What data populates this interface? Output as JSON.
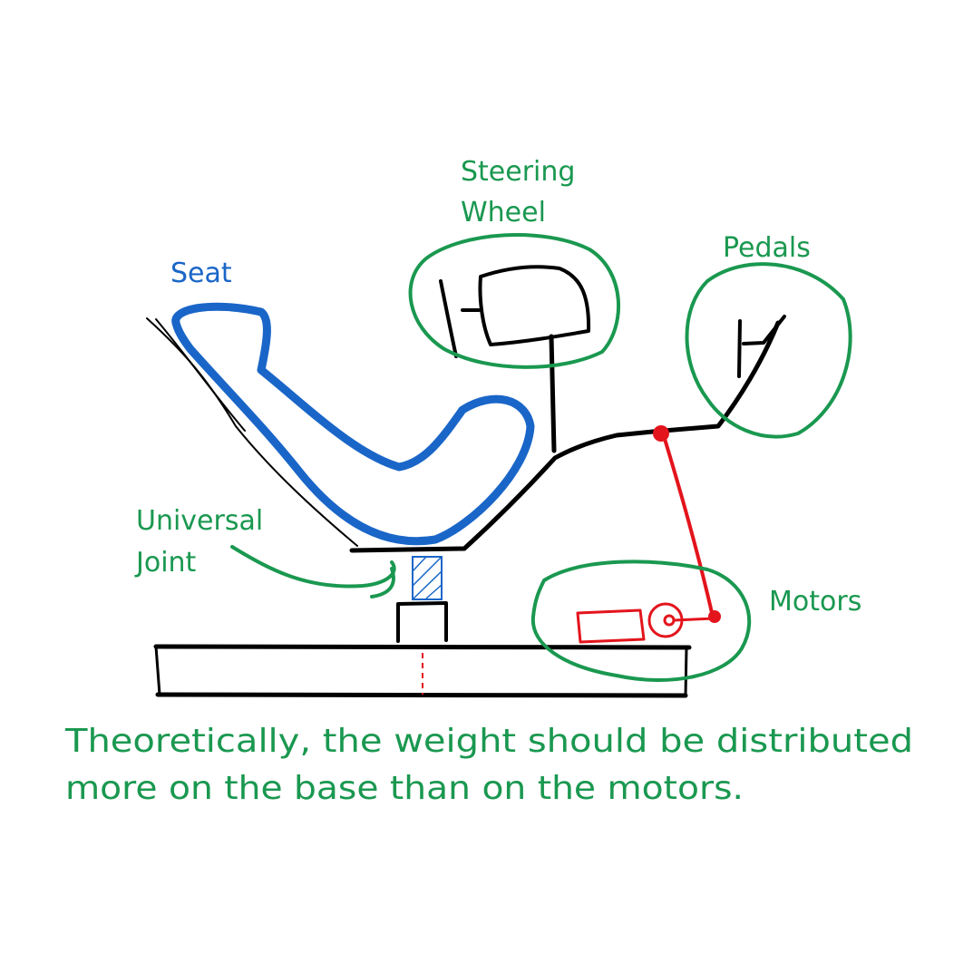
{
  "labels": {
    "steering_line1": "Steering",
    "steering_line2": "Wheel",
    "pedals": "Pedals",
    "seat": "Seat",
    "universal_line1": "Universal",
    "universal_line2": "Joint",
    "motors": "Motors"
  },
  "caption": {
    "line1": "Theoretically, the weight should be distributed",
    "line2": "more on the base than on the motors."
  },
  "colors": {
    "annotation": "#1a9850",
    "seat": "#1a66c8",
    "motor": "#e3141c",
    "frame": "#000000"
  }
}
